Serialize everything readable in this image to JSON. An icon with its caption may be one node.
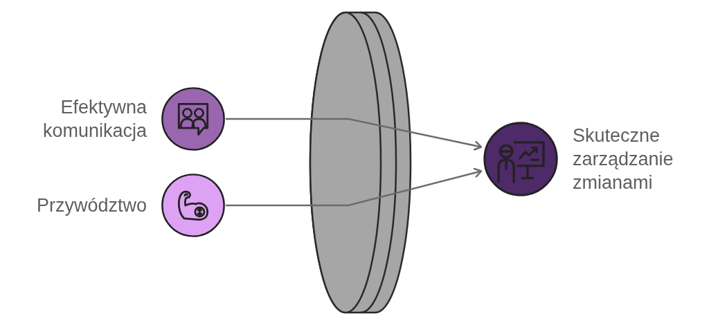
{
  "diagram": {
    "nodes": [
      {
        "text": [
          "Efektywna komunikacja"
        ]
      },
      {
        "text": [
          "Przywództwo"
        ]
      },
      {
        "text": [
          "Skuteczne zarządzanie zmianami"
        ]
      }
    ],
    "edges": [
      {
        "from": 0,
        "to": 2,
        "arrow": "to"
      },
      {
        "from": 1,
        "to": 2,
        "arrow": "to"
      }
    ]
  }
}
